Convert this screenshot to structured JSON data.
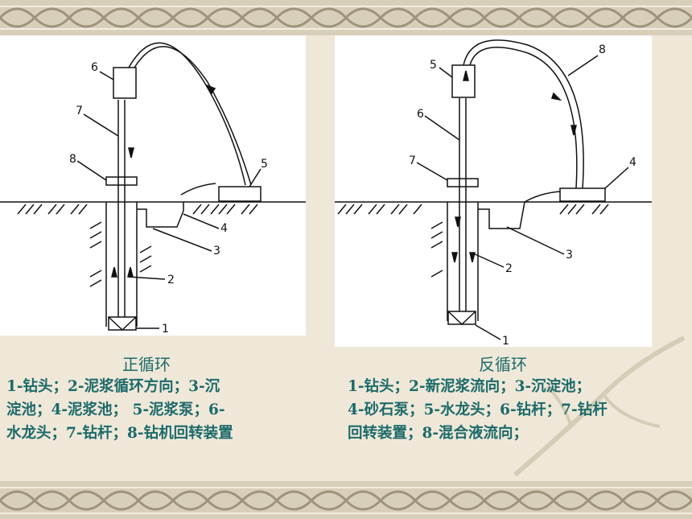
{
  "left": {
    "title": "正循环",
    "legend_lines": [
      "1-钻头；2-泥浆循环方向；3-沉",
      "淀池；4-泥浆池；  5-泥浆泵；6-",
      "水龙头；7-钻杆；8-钻机回转装置"
    ],
    "labels": [
      "1",
      "2",
      "3",
      "4",
      "5",
      "6",
      "7",
      "8"
    ]
  },
  "right": {
    "title": "反循环",
    "legend_lines": [
      "1-钻头；2-新泥浆流向；3-沉淀池；",
      "4-砂石泵；5-水龙头；6-钻杆；7-钻杆",
      "回转装置；8-混合液流向；"
    ],
    "labels": [
      "1",
      "2",
      "3",
      "4",
      "5",
      "6",
      "7",
      "8"
    ]
  },
  "colors": {
    "text": "#1c6a6a",
    "background": "#efe8d9",
    "border": "#c9bfa6"
  }
}
